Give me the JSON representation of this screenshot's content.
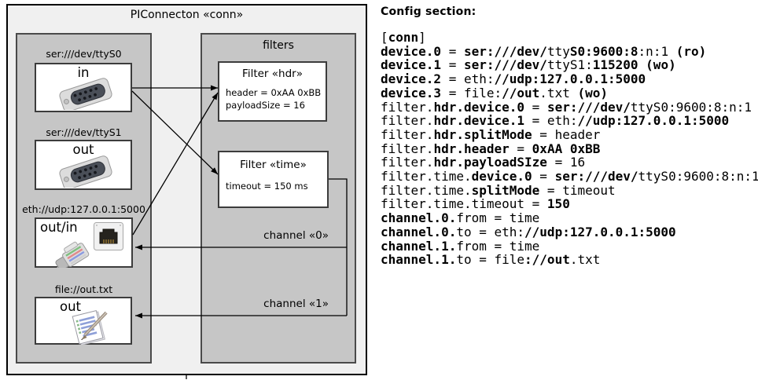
{
  "diagram": {
    "title": "PIConnecton «conn»",
    "devices_panel": {
      "devices": [
        {
          "label": "ser:///dev/ttyS0",
          "port": "in",
          "icon": "serial-connector-icon"
        },
        {
          "label": "ser:///dev/ttyS1",
          "port": "out",
          "icon": "serial-connector-icon"
        },
        {
          "label": "eth://udp:127.0.0.1:5000",
          "port": "out/in",
          "icon": "ethernet-icon"
        },
        {
          "label": "file://out.txt",
          "port": "out",
          "icon": "notepad-icon"
        }
      ]
    },
    "filters_panel": {
      "title": "filters",
      "filters": [
        {
          "title": "Filter «hdr»",
          "properties": [
            "header = 0xAA 0xBB",
            "payloadSize = 16"
          ]
        },
        {
          "title": "Filter «time»",
          "properties": [
            "timeout = 150 ms"
          ]
        }
      ]
    },
    "channels": [
      {
        "label": "channel «0»"
      },
      {
        "label": "channel «1»"
      }
    ],
    "colors": {
      "outer_fill": "#f0f0f0",
      "panel_fill": "#c6c6c6",
      "box_fill": "#ffffff",
      "box_border": "#3c3c3c",
      "line": "#000000"
    }
  },
  "config": {
    "heading": "Config section:",
    "lines": [
      [
        [
          "[",
          0
        ],
        [
          "conn",
          1
        ],
        [
          "]",
          0
        ]
      ],
      [
        [
          "device.0",
          1
        ],
        [
          " = ",
          0
        ],
        [
          "ser:///dev/",
          1
        ],
        [
          "tty",
          0
        ],
        [
          "S0:9600:8",
          1
        ],
        [
          ":n:1 ",
          0
        ],
        [
          "(ro)",
          1
        ]
      ],
      [
        [
          "device.1",
          1
        ],
        [
          " = ",
          0
        ],
        [
          "ser:///dev/",
          1
        ],
        [
          "ttyS1:",
          0
        ],
        [
          "115200",
          1
        ],
        [
          " ",
          0
        ],
        [
          "(wo)",
          1
        ]
      ],
      [
        [
          "device.2",
          1
        ],
        [
          " = eth:",
          0
        ],
        [
          "//udp:127.0.0.1:5000",
          1
        ]
      ],
      [
        [
          "device.3",
          1
        ],
        [
          " = file:",
          0
        ],
        [
          "//out",
          1
        ],
        [
          ".txt ",
          0
        ],
        [
          "(wo)",
          1
        ]
      ],
      [
        [
          "filter.",
          0
        ],
        [
          "hdr.device.0",
          1
        ],
        [
          " = ",
          0
        ],
        [
          "ser:///dev/",
          1
        ],
        [
          "ttyS0:9600:8:n:1",
          0
        ]
      ],
      [
        [
          "filter.",
          0
        ],
        [
          "hdr.device.1",
          1
        ],
        [
          " = eth:",
          0
        ],
        [
          "//udp:127.0.0.1:5000",
          1
        ]
      ],
      [
        [
          "filter.",
          0
        ],
        [
          "hdr.splitMode",
          1
        ],
        [
          " = header",
          0
        ]
      ],
      [
        [
          "filter.",
          0
        ],
        [
          "hdr.header",
          1
        ],
        [
          " = ",
          0
        ],
        [
          "0xAA 0xBB",
          1
        ]
      ],
      [
        [
          "filter.",
          0
        ],
        [
          "hdr.payloadSIze",
          1
        ],
        [
          " = 16",
          0
        ]
      ],
      [
        [
          "filter.time.",
          0
        ],
        [
          "device.0",
          1
        ],
        [
          " = ",
          0
        ],
        [
          "ser:///dev/",
          1
        ],
        [
          "ttyS0:9600:8:n:1",
          0
        ]
      ],
      [
        [
          "filter.time.",
          0
        ],
        [
          "splitMode",
          1
        ],
        [
          " = timeout",
          0
        ]
      ],
      [
        [
          "filter.time.timeout = ",
          0
        ],
        [
          "150",
          1
        ]
      ],
      [
        [
          "channel.0.",
          1
        ],
        [
          "from = time",
          0
        ]
      ],
      [
        [
          "channel.0.",
          1
        ],
        [
          "to = eth:",
          0
        ],
        [
          "//udp:127.0.0.1:5000",
          1
        ]
      ],
      [
        [
          "channel.1.",
          1
        ],
        [
          "from = time",
          0
        ]
      ],
      [
        [
          "channel.1.",
          1
        ],
        [
          "to = file",
          0
        ],
        [
          "://out",
          1
        ],
        [
          ".txt",
          0
        ]
      ]
    ]
  }
}
